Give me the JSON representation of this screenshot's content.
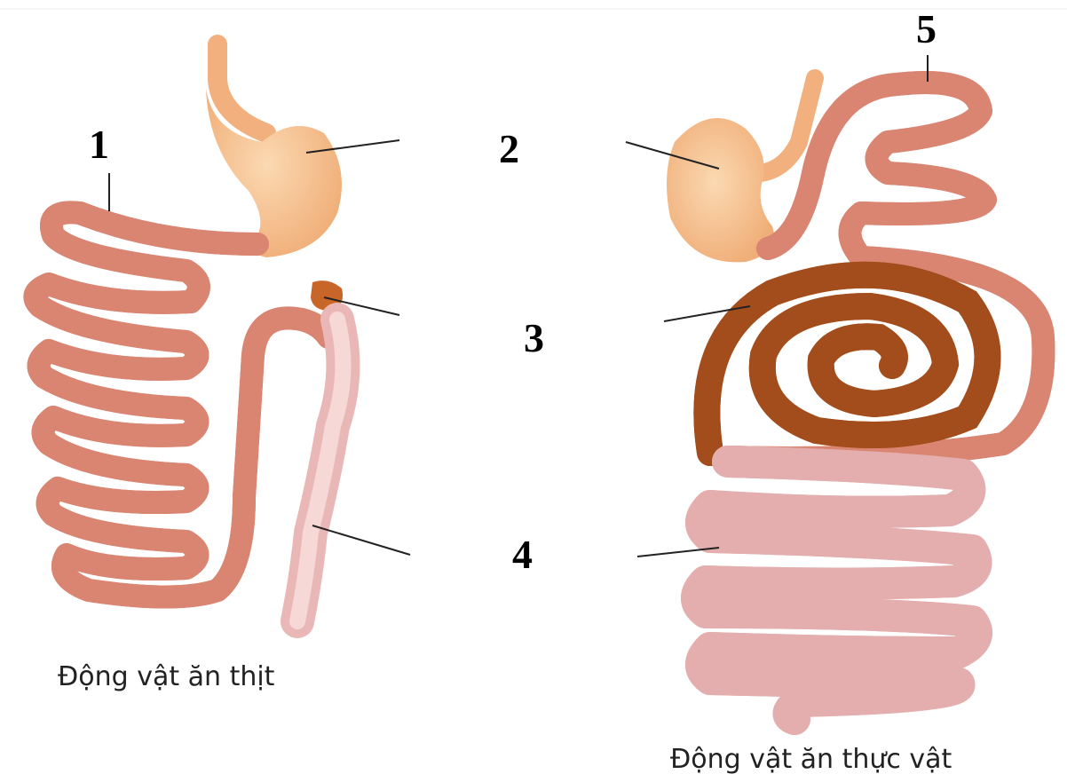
{
  "labels": {
    "one": "1",
    "two": "2",
    "three": "3",
    "four": "4",
    "five": "5"
  },
  "captions": {
    "carnivore": "Động vật ăn thịt",
    "herbivore": "Động vật ăn thực vật"
  },
  "colors": {
    "small_intestine": "#eda28e",
    "stomach": "#f6c08e",
    "caecum": "#c8662a",
    "large_intestine": "#f2c6c4"
  }
}
